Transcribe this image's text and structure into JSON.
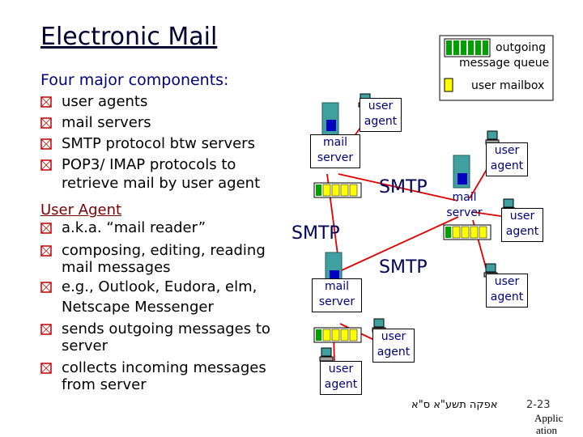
{
  "title": "Electronic Mail",
  "subtitle": "Four major components:",
  "components": [
    "user agents",
    "mail servers",
    "SMTP protocol btw servers",
    "POP3/ IMAP protocols to",
    "retrieve mail by user agent"
  ],
  "user_agent_heading": "User Agent",
  "user_agent_points": [
    "a.k.a. “mail reader”",
    "composing, editing, reading",
    "mail messages",
    "e.g., Outlook, Eudora, elm,",
    "Netscape Messenger",
    "sends outgoing messages to",
    "server",
    "collects incoming messages",
    "from server"
  ],
  "legend": {
    "queue_label_1": "outgoing",
    "queue_label_2": "message queue",
    "mailbox_label": "user mailbox"
  },
  "diagram": {
    "mail_server_line1": "mail",
    "mail_server_line2": "server",
    "user_agent_line1": "user",
    "user_agent_line2": "agent",
    "smtp": "SMTP"
  },
  "footer": {
    "hebrew": "אפקה תשע\"א ס\"א",
    "page": "2-23",
    "appl": "Applic",
    "ation": "ation"
  },
  "colors": {
    "queue_green": "#00a000",
    "mailbox_yellow": "#ffff00",
    "link_red": "#e00000",
    "bullet_red": "#c00000",
    "host_teal": "#40a0a0",
    "host_blue": "#0000c0"
  }
}
